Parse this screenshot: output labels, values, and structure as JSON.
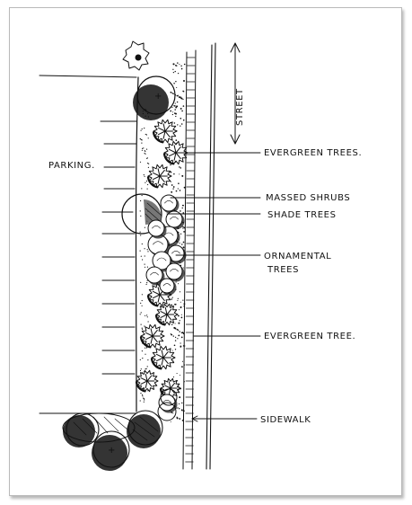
{
  "labels": {
    "street": "STREET",
    "parking": "PARKING.",
    "evergreen_trees": "EVERGREEN TREES.",
    "massed_shrubs": "MASSED SHRUBS",
    "shade_trees": "SHADE TREES",
    "ornamental_line1": "ORNAMENTAL",
    "ornamental_line2": "TREES",
    "evergreen_tree": "EVERGREEN TREE.",
    "sidewalk": "SIDEWALK"
  },
  "colors": {
    "ink": "#111111",
    "paper": "#ffffff"
  },
  "icons": {
    "street_direction": "double-arrow"
  }
}
